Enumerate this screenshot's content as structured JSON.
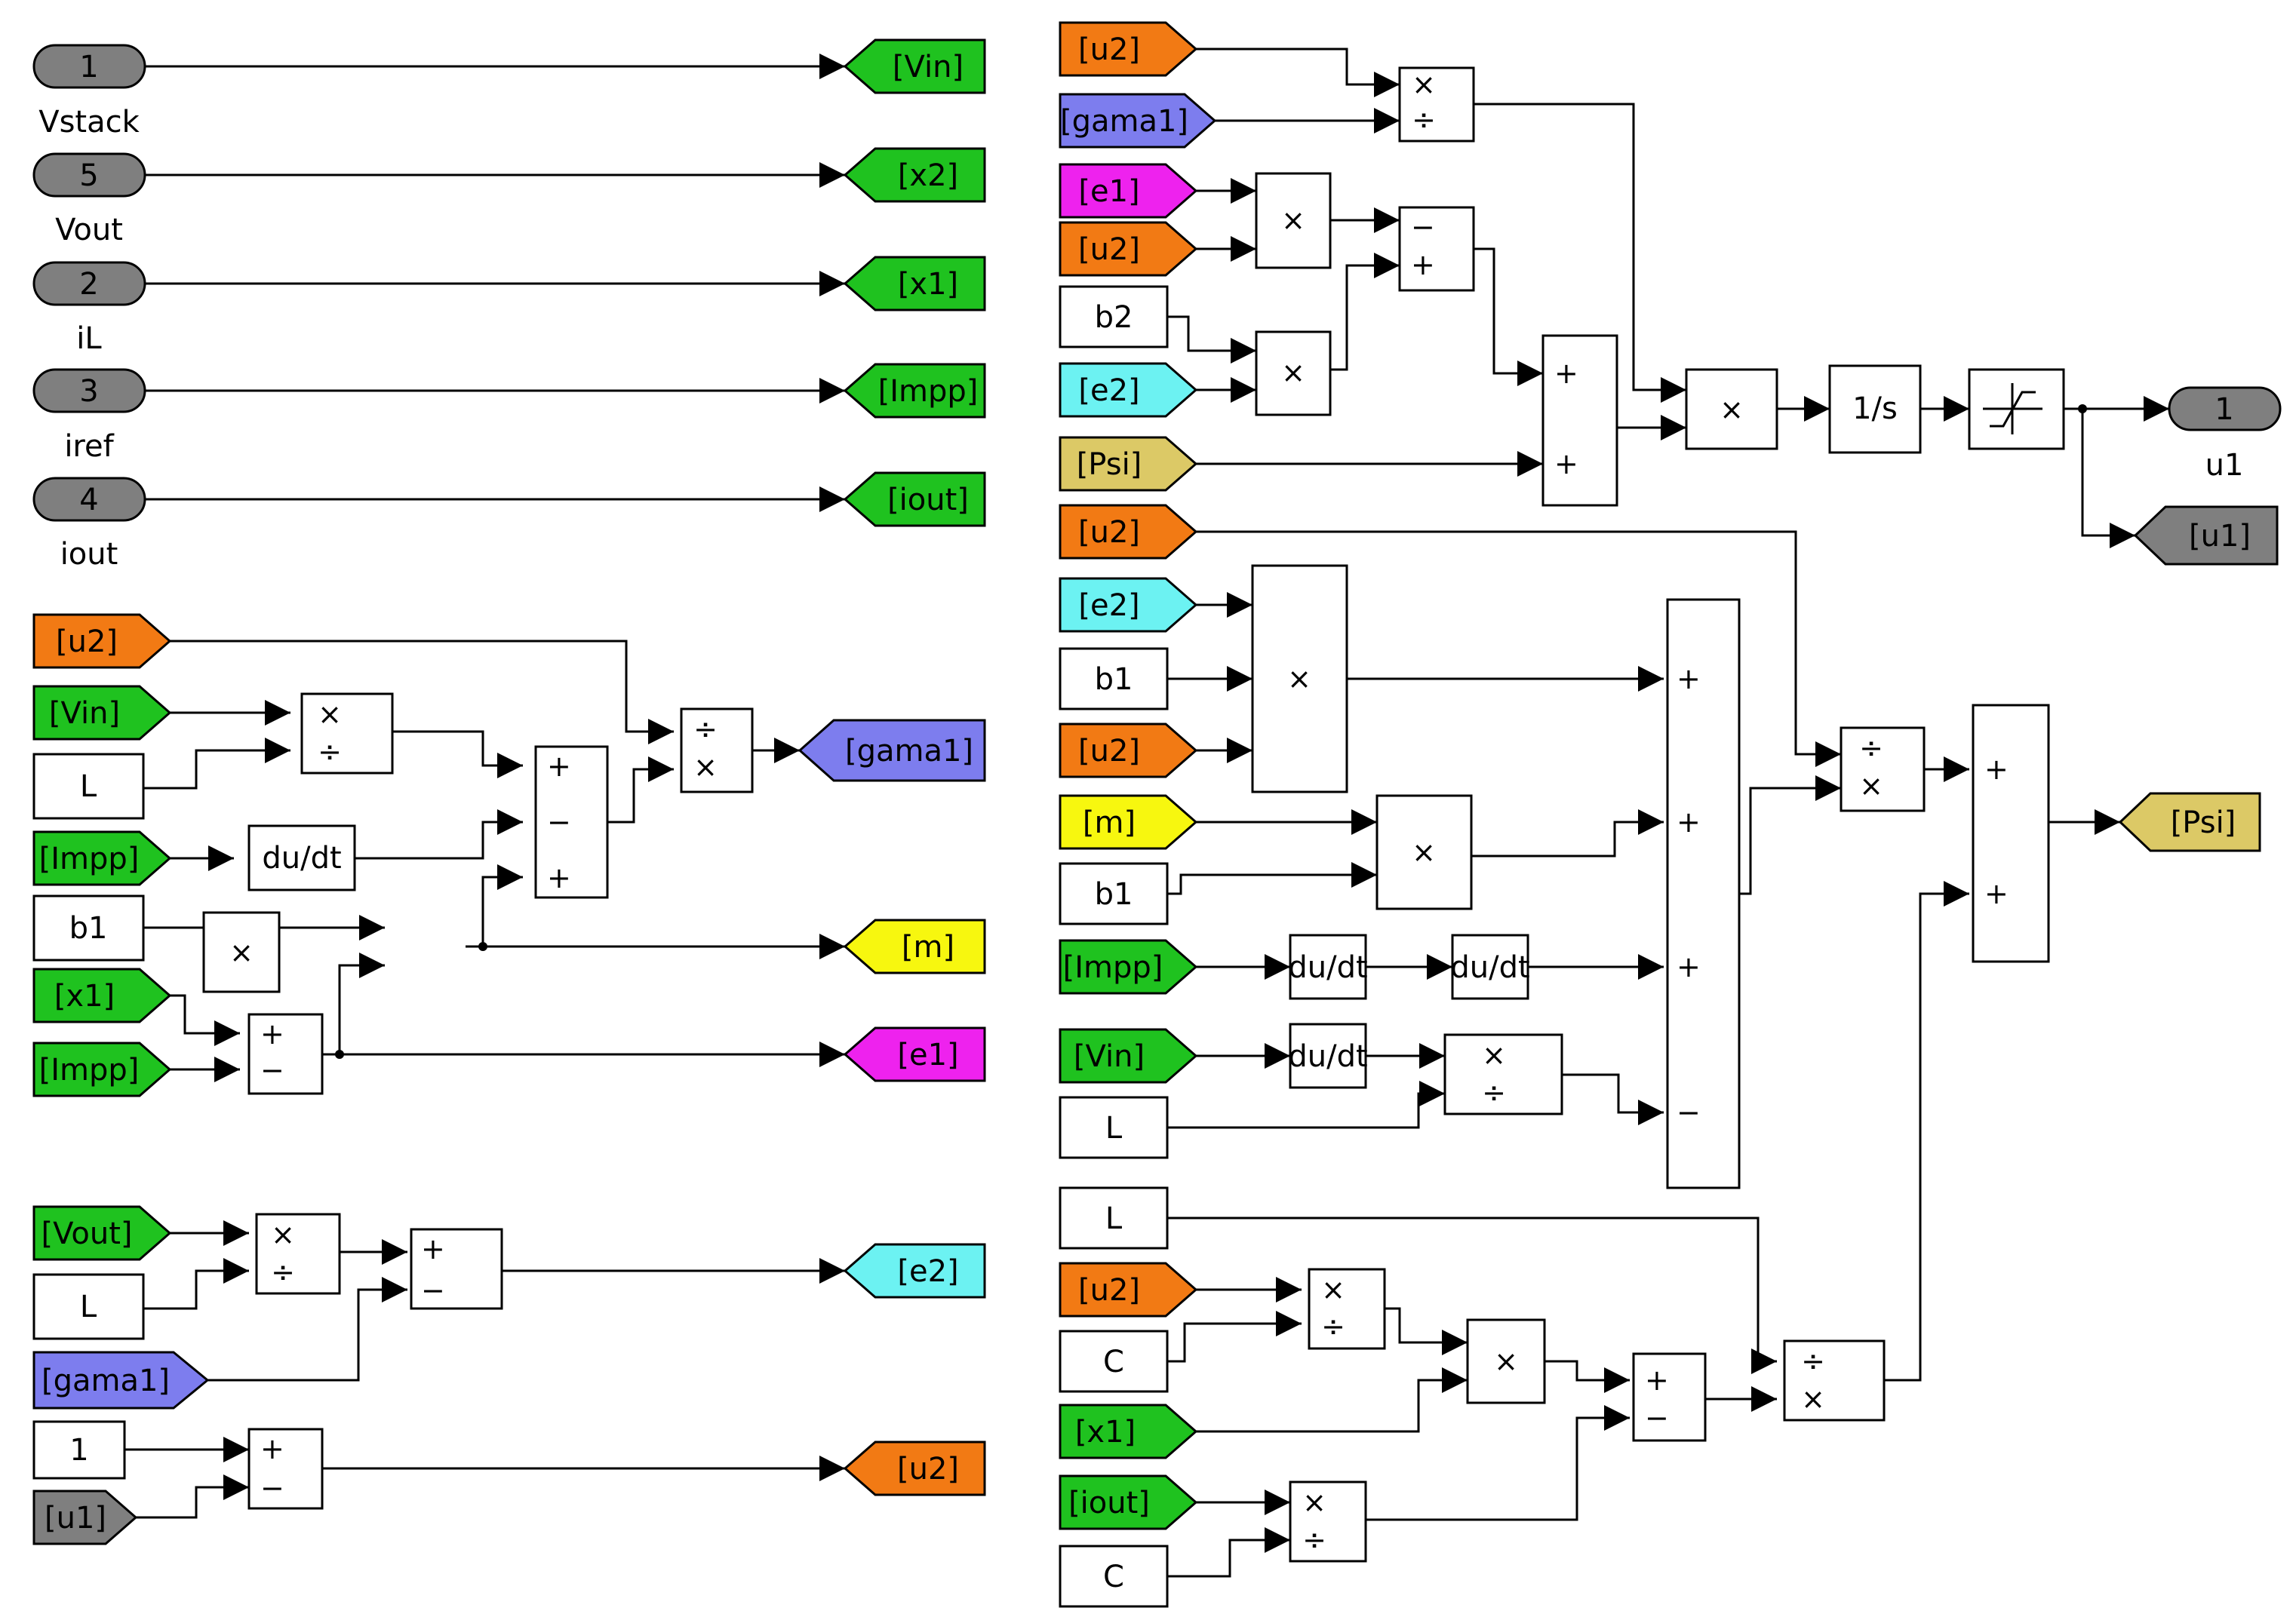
{
  "colors": {
    "gray": "#7f7f7f",
    "green": "#1fc21f",
    "orange": "#f27a14",
    "blue": "#7d7dee",
    "magenta": "#ee22ee",
    "cyan": "#6cf2f2",
    "khaki": "#dcc966",
    "yellow": "#f7f70f",
    "white": "#ffffff"
  },
  "inports": [
    {
      "number": "1",
      "name": "Vstack"
    },
    {
      "number": "5",
      "name": "Vout"
    },
    {
      "number": "2",
      "name": "iL"
    },
    {
      "number": "3",
      "name": "iref"
    },
    {
      "number": "4",
      "name": "iout"
    }
  ],
  "outport": {
    "number": "1",
    "name": "u1"
  },
  "tags": {
    "goto_vin": "[Vin]",
    "goto_x2": "[x2]",
    "goto_x1": "[x1]",
    "goto_impp": "[Impp]",
    "goto_iout": "[iout]",
    "u2": "[u2]",
    "vin": "[Vin]",
    "impp": "[Impp]",
    "x1": "[x1]",
    "vout": "[Vout]",
    "gama1": "[gama1]",
    "u1": "[u1]",
    "e1": "[e1]",
    "e2": "[e2]",
    "psi": "[Psi]",
    "m": "[m]",
    "iout": "[iout]"
  },
  "constants": {
    "L": "L",
    "b1": "b1",
    "b2": "b2",
    "C": "C",
    "one": "1"
  },
  "blocks": {
    "derivative": "du/dt",
    "integrator": "1/s",
    "product_symbol": "×",
    "divide_symbol": "÷",
    "plus": "+",
    "minus": "−"
  }
}
